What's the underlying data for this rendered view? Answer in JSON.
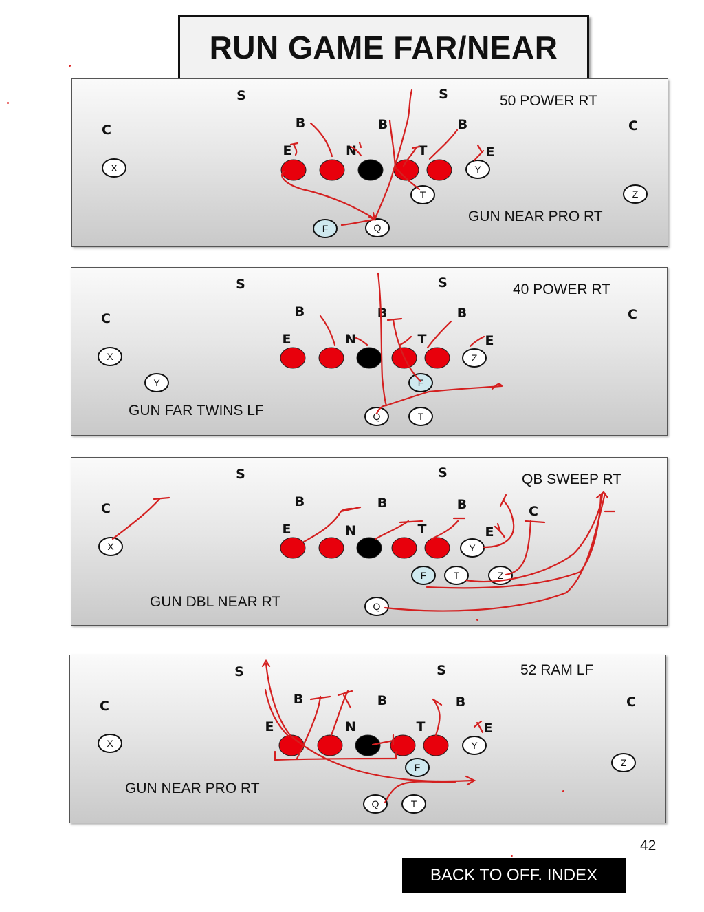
{
  "page": {
    "title": "RUN GAME FAR/NEAR",
    "page_number": "42",
    "back_button_label": "BACK TO OFF. INDEX"
  },
  "colors": {
    "offense_line": "#e8000c",
    "center": "#000000",
    "ink": "#d42020",
    "fullback_fill": "#cfe9ef"
  },
  "diagrams": [
    {
      "play_name": "50 POWER RT",
      "formation": "GUN NEAR PRO RT",
      "defense": [
        {
          "label": "S"
        },
        {
          "label": "S"
        },
        {
          "label": "C"
        },
        {
          "label": "C"
        },
        {
          "label": "B"
        },
        {
          "label": "B"
        },
        {
          "label": "B"
        },
        {
          "label": "E"
        },
        {
          "label": "N"
        },
        {
          "label": "T"
        },
        {
          "label": "E"
        }
      ],
      "offense": [
        {
          "label": "X"
        },
        {
          "label": "Y"
        },
        {
          "label": "Z"
        },
        {
          "label": "T"
        },
        {
          "label": "F"
        },
        {
          "label": "Q"
        }
      ]
    },
    {
      "play_name": "40 POWER RT",
      "formation": "GUN FAR TWINS LF",
      "defense": [
        {
          "label": "S"
        },
        {
          "label": "S"
        },
        {
          "label": "C"
        },
        {
          "label": "C"
        },
        {
          "label": "B"
        },
        {
          "label": "B"
        },
        {
          "label": "B"
        },
        {
          "label": "E"
        },
        {
          "label": "N"
        },
        {
          "label": "T"
        },
        {
          "label": "E"
        }
      ],
      "offense": [
        {
          "label": "X"
        },
        {
          "label": "Z"
        },
        {
          "label": "Y"
        },
        {
          "label": "F"
        },
        {
          "label": "Q"
        },
        {
          "label": "T"
        }
      ]
    },
    {
      "play_name": "QB SWEEP RT",
      "formation": "GUN DBL NEAR RT",
      "defense": [
        {
          "label": "S"
        },
        {
          "label": "S"
        },
        {
          "label": "C"
        },
        {
          "label": "C"
        },
        {
          "label": "B"
        },
        {
          "label": "B"
        },
        {
          "label": "B"
        },
        {
          "label": "E"
        },
        {
          "label": "N"
        },
        {
          "label": "T"
        },
        {
          "label": "E"
        }
      ],
      "offense": [
        {
          "label": "X"
        },
        {
          "label": "Y"
        },
        {
          "label": "F"
        },
        {
          "label": "T"
        },
        {
          "label": "Z"
        },
        {
          "label": "Q"
        }
      ]
    },
    {
      "play_name": "52 RAM LF",
      "formation": "GUN NEAR PRO RT",
      "defense": [
        {
          "label": "S"
        },
        {
          "label": "S"
        },
        {
          "label": "C"
        },
        {
          "label": "C"
        },
        {
          "label": "B"
        },
        {
          "label": "B"
        },
        {
          "label": "B"
        },
        {
          "label": "E"
        },
        {
          "label": "N"
        },
        {
          "label": "T"
        },
        {
          "label": "E"
        }
      ],
      "offense": [
        {
          "label": "X"
        },
        {
          "label": "Y"
        },
        {
          "label": "Z"
        },
        {
          "label": "F"
        },
        {
          "label": "Q"
        },
        {
          "label": "T"
        }
      ]
    }
  ]
}
